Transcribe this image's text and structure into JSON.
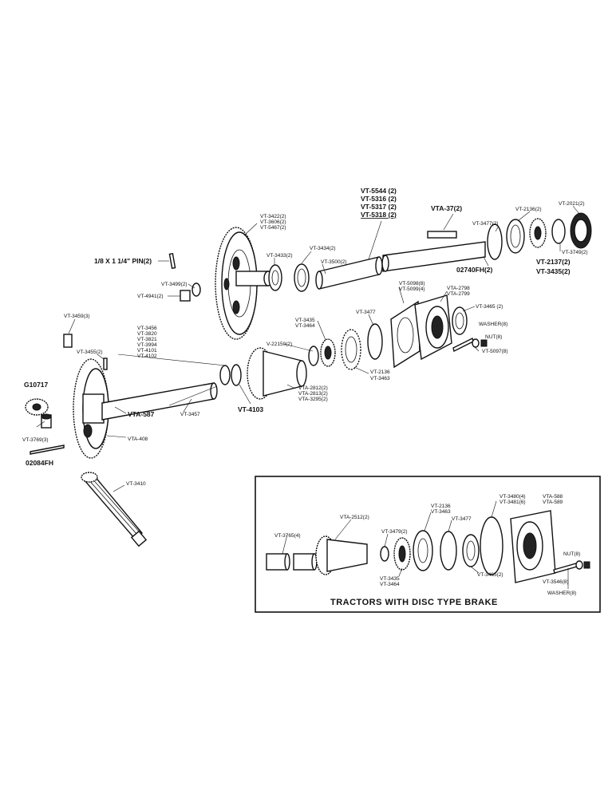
{
  "labels": {
    "pin": "1/8 X 1 1/4\" PIN(2)",
    "vt5544": "VT-5544 (2)",
    "vt5316": "VT-5316 (2)",
    "vt5317": "VT-5317 (2)",
    "vt5318": "VT-5318 (2)",
    "vta37": "VTA-37(2)",
    "vt3477a": "VT-3477(2)",
    "vt2136a": "VT-2136(2)",
    "vt2021": "VT-2021(2)",
    "vt3749": "VT-3749(2)",
    "vt2137": "VT-2137(2)",
    "vt3435a": "VT-3435(2)",
    "fh02740": "02740FH(2)",
    "vt3422": "VT-3422(2)",
    "vt3606": "VT-3606(2)",
    "vt5467": "VT-5467(2)",
    "vt3434": "VT-3434(2)",
    "vt3433": "VT-3433(2)",
    "vt3500": "VT-3500(2)",
    "vt3499": "VT-3499(2)",
    "vt4941": "VT-4941(2)",
    "vt5098": "VT-5098(8)",
    "vt5099": "VT-5099(4)",
    "vta2798": "VTA-2798",
    "vta2799": "VTA-2799",
    "vt3465a": "VT-3465 (2)",
    "washer8a": "WASHER(8)",
    "nut8a": "NUT(8)",
    "vt5097": "VT-5097(8)",
    "vt3477b": "VT-3477",
    "vt3435b": "VT-3435",
    "vt3464a": "VT-3464",
    "v22150": "V-22150(2)",
    "vt2136b": "VT-2136",
    "vt3463a": "VT-3463",
    "vt3459": "VT-3459(3)",
    "vt3455": "VT-3455(2)",
    "vt3456": "VT-3456",
    "vt3820": "VT-3820",
    "vt3821": "VT-3821",
    "vt3994": "VT-3994",
    "vt4101": "VT-4101",
    "vt4102": "VT-4102",
    "g10717": "G10717",
    "vta2812": "VTA-2812(2)",
    "vta2813": "VTA-2813(2)",
    "vta3295": "VTA-3295(2)",
    "vt4103": "VT-4103",
    "vt3457": "VT-3457",
    "vta587": "VTA-587",
    "vt3769": "VT-3769(3)",
    "vta408": "VTA-408",
    "fh02084": "02084FH",
    "vt3410": "VT-3410",
    "inset_vt3765": "VT-3765(4)",
    "inset_vta2512": "VTA-2512(2)",
    "inset_vt3479": "VT-3479(2)",
    "inset_vt2136": "VT-2136",
    "inset_vt3463": "VT-3463",
    "inset_vt3477": "VT-3477",
    "inset_vt3480": "VT-3480(4)",
    "inset_vt3481": "VT-3481(6)",
    "inset_vta588": "VTA-588",
    "inset_vta589": "VTA-589",
    "inset_vt3435": "VT-3435",
    "inset_vt3464": "VT-3464",
    "inset_vt3465": "VT-3465(2)",
    "inset_nut8": "NUT(8)",
    "inset_vt3546": "VT-3546(8)",
    "inset_washer8": "WASHER(8)"
  },
  "inset": {
    "title": "TRACTORS WITH DISC TYPE BRAKE"
  }
}
